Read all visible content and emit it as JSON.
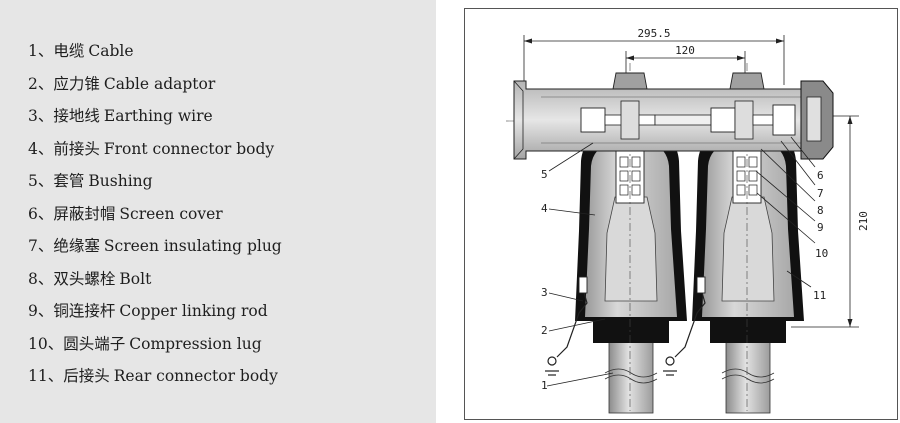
{
  "legend": [
    {
      "num": "1、",
      "zh": "电缆",
      "en": "Cable"
    },
    {
      "num": "2、",
      "zh": "应力锥",
      "en": "Cable adaptor"
    },
    {
      "num": "3、",
      "zh": "接地线",
      "en": "Earthing wire"
    },
    {
      "num": "4、",
      "zh": "前接头",
      "en": "Front connector body"
    },
    {
      "num": "5、",
      "zh": "套管",
      "en": "Bushing"
    },
    {
      "num": "6、",
      "zh": "屏蔽封帽",
      "en": "Screen cover"
    },
    {
      "num": "7、",
      "zh": "绝缘塞",
      "en": "Screen insulating plug"
    },
    {
      "num": "8、",
      "zh": "双头螺栓",
      "en": "Bolt"
    },
    {
      "num": "9、",
      "zh": "铜连接杆",
      "en": "Copper linking rod"
    },
    {
      "num": "10、",
      "zh": "圆头端子",
      "en": "Compression lug"
    },
    {
      "num": "11、",
      "zh": "后接头",
      "en": "Rear connector body"
    }
  ],
  "diagram": {
    "dimensions": {
      "overall": "295.5",
      "spacing": "120",
      "height": "210"
    },
    "callouts": {
      "c1": "1",
      "c2": "2",
      "c3": "3",
      "c4": "4",
      "c5": "5",
      "c6": "6",
      "c7": "7",
      "c8": "8",
      "c9": "9",
      "c10": "10",
      "c11": "11"
    }
  },
  "colors": {
    "panel": "#e6e6e6",
    "body_gray": "#c4c4c4",
    "dark_band": "#111111",
    "line": "#222222"
  }
}
